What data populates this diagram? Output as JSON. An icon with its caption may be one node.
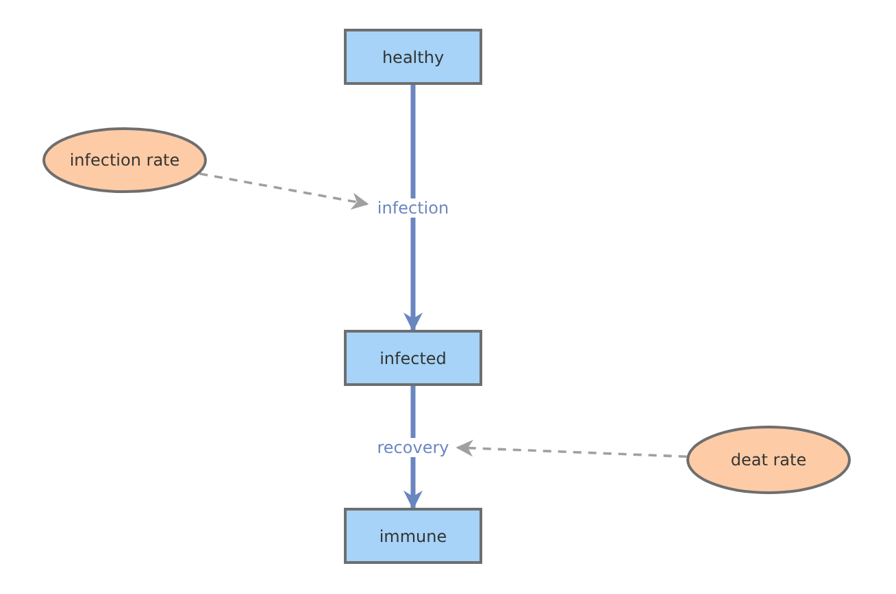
{
  "diagram": {
    "nodes": [
      {
        "text": [
          "healthy"
        ]
      },
      {
        "text": [
          "infection rate"
        ]
      },
      {
        "text": [
          "infected"
        ]
      },
      {
        "text": [
          "deat rate"
        ]
      },
      {
        "text": [
          "immune"
        ]
      }
    ],
    "edges": [
      {
        "from": 0,
        "to": 2,
        "arrow": "to",
        "label": "infection",
        "style": "thick",
        "color": "#6a86c0"
      },
      {
        "from": 2,
        "to": 4,
        "arrow": "to",
        "label": "recovery",
        "style": "thick",
        "color": "#6a86c0"
      },
      {
        "from": 1,
        "to": null,
        "arrow": "to",
        "style": "dashed",
        "color": "#a0a0a0"
      },
      {
        "from": 3,
        "to": null,
        "arrow": "to",
        "style": "dashed",
        "color": "#a0a0a0"
      }
    ]
  }
}
